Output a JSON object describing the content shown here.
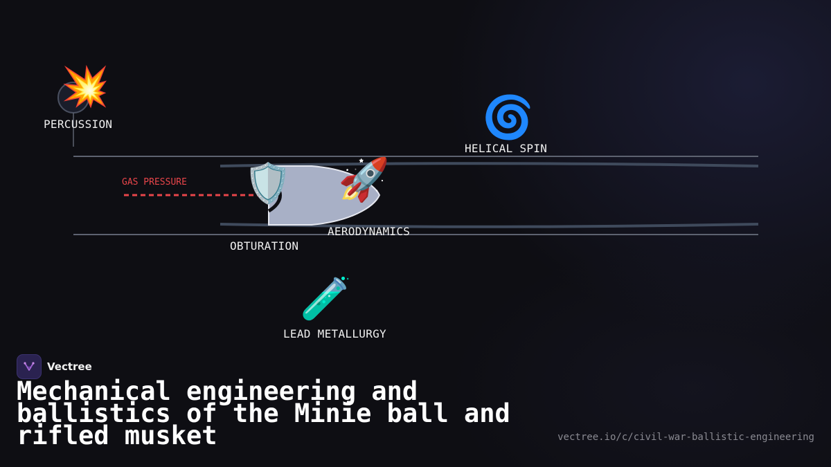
{
  "diagram": {
    "labels": {
      "percussion": "PERCUSSION",
      "helical_spin": "HELICAL SPIN",
      "gas_pressure": "GAS PRESSURE",
      "aerodynamics": "AERODYNAMICS",
      "obturation": "OBTURATION",
      "lead_metallurgy": "LEAD METALLURGY"
    },
    "icons": {
      "percussion": "💥",
      "helical_spin": "🌀",
      "obturation": "🛡️",
      "aerodynamics": "🚀",
      "lead_metallurgy": "🧪"
    },
    "colors": {
      "gas_pressure": "#e8454a",
      "barrel_line": "#5d6270",
      "bullet_fill": "#a8b0c6"
    }
  },
  "brand": {
    "name": "Vectree"
  },
  "title": "Mechanical engineering and ballistics of the Minie ball and rifled musket",
  "url": "vectree.io/c/civil-war-ballistic-engineering"
}
